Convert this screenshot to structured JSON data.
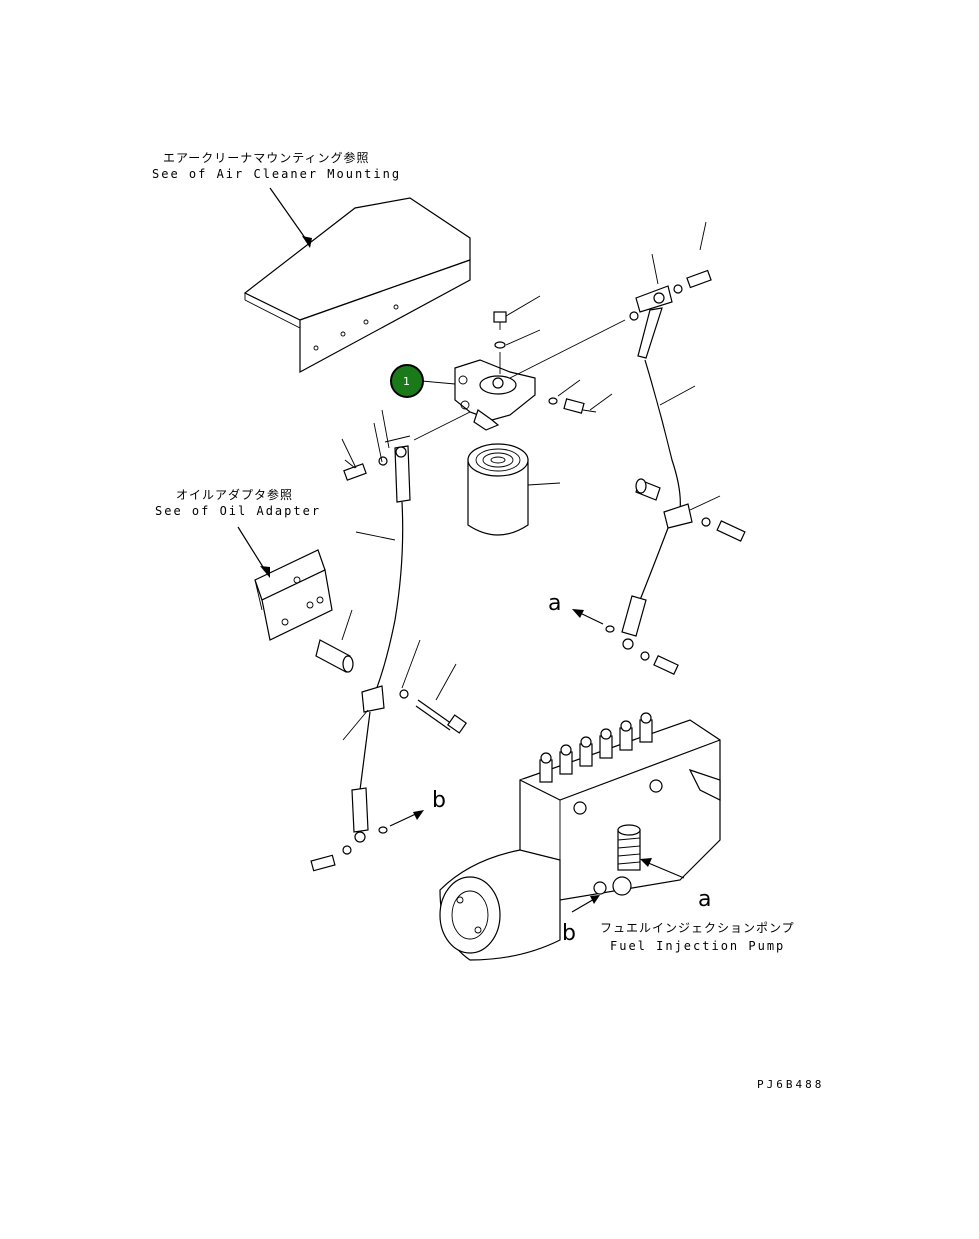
{
  "labels": {
    "air_cleaner_jp": "エアークリーナマウンティング参照",
    "air_cleaner_en": "See of Air Cleaner Mounting",
    "oil_adapter_jp": "オイルアダプタ参照",
    "oil_adapter_en": "See of Oil Adapter",
    "pump_jp": "フュエルインジェクションポンプ",
    "pump_en": "Fuel Injection Pump",
    "ref_a_top": "a",
    "ref_b_top": "b",
    "ref_a_pump": "a",
    "ref_b_pump": "b",
    "drawing_code": "PJ6B488"
  },
  "callouts": [
    {
      "number": "1",
      "color": "#1a7a1a"
    }
  ]
}
